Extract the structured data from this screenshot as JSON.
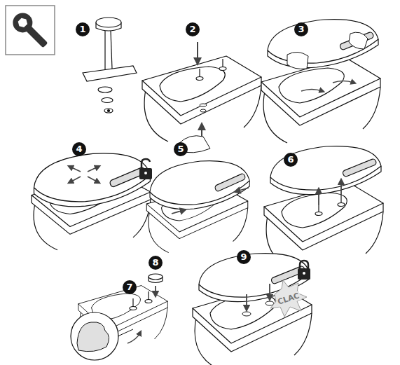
{
  "diagram": {
    "labels": [
      "1",
      "2",
      "3",
      "4",
      "5",
      "6",
      "7",
      "8",
      "9",
      "CLAC"
    ]
  }
}
